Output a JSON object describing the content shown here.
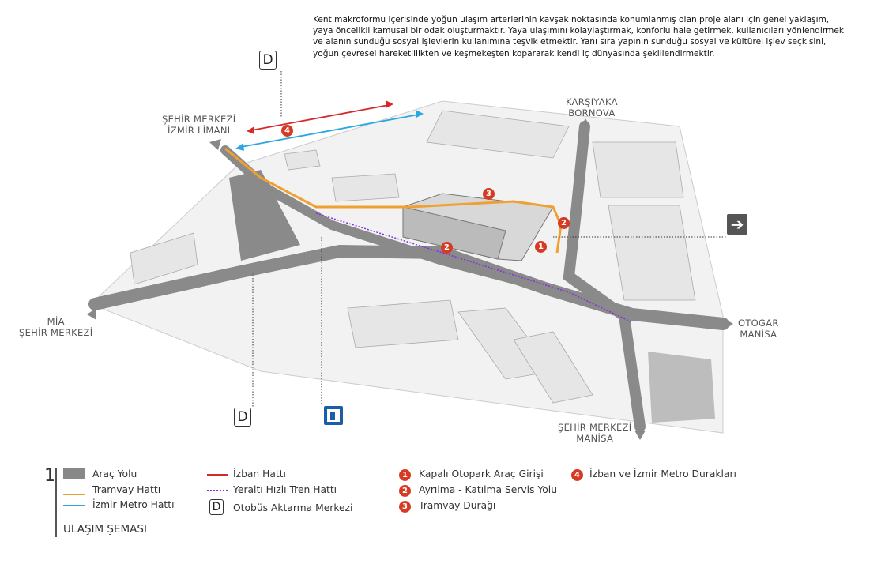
{
  "description": [
    "Kent makroformu içerisinde yoğun ulaşım arterlerinin kavşak noktasında konumlanmış olan proje alanı için genel yaklaşım,",
    "yaya öncelikli kamusal bir odak oluşturmaktır. Yaya ulaşımını kolaylaştırmak, konforlu hale getirmek, kullanıcıları yönlendirmek",
    "ve alanın sunduğu sosyal işlevlerin kullanımına teşvik etmektir. Yanı sıra yapının sunduğu sosyal ve kültürel işlev seçkisini,",
    "yoğun çevresel hareketlilikten ve keşmekeşten kopararak kendi iç dünyasında şekillendirmektir."
  ],
  "directions": {
    "nw": [
      "ŞEHİR MERKEZİ",
      "İZMİR LİMANI"
    ],
    "ne": [
      "KARŞIYAKA",
      "BORNOVA"
    ],
    "w": [
      "MİA",
      "ŞEHİR MERKEZİ"
    ],
    "e": [
      "OTOGAR",
      "MANİSA"
    ],
    "s": [
      "ŞEHİR MERKEZİ",
      "MANİSA"
    ]
  },
  "bus_symbol": "D",
  "markers": [
    "1",
    "2",
    "2",
    "3",
    "4"
  ],
  "colors": {
    "road": "#888888",
    "tram": "#f0a030",
    "metro": "#29a8e0",
    "izban": "#d62828",
    "underground": "#8a2be2",
    "marker": "#d63a22"
  },
  "legend": {
    "number": "1",
    "title": "ULAŞIM ŞEMASI",
    "lines": [
      {
        "label": "Araç Yolu",
        "type": "road"
      },
      {
        "label": "Tramvay Hattı",
        "type": "tram"
      },
      {
        "label": "İzmir Metro Hattı",
        "type": "metro"
      },
      {
        "label": "İzban Hattı",
        "type": "izban"
      },
      {
        "label": "Yeraltı Hızlı Tren Hattı",
        "type": "underground"
      },
      {
        "label": "Otobüs Aktarma Merkezi",
        "type": "bus",
        "symbol": "D"
      }
    ],
    "numbered": [
      {
        "num": "1",
        "label": "Kapalı Otopark Araç Girişi"
      },
      {
        "num": "2",
        "label": "Ayrılma - Katılma Servis Yolu"
      },
      {
        "num": "3",
        "label": "Tramvay Durağı"
      },
      {
        "num": "4",
        "label": "İzban ve İzmir Metro Durakları"
      }
    ]
  }
}
